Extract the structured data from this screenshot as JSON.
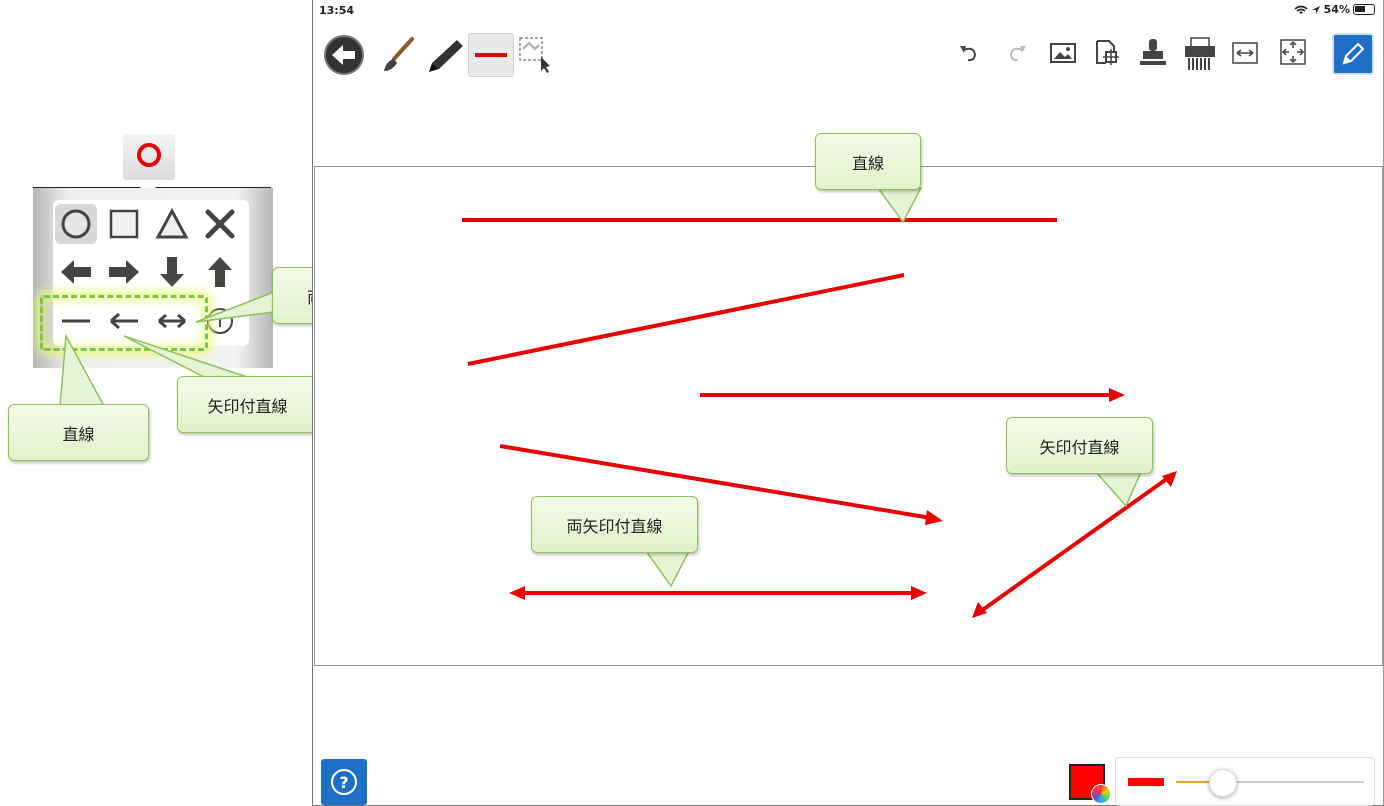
{
  "status": {
    "time": "13:54",
    "battery": "54%"
  },
  "toolbar": {
    "left_tools": [
      "back",
      "brush",
      "marker",
      "shape-line",
      "lasso-select"
    ],
    "right_tools": [
      "undo",
      "redo",
      "insert-image",
      "crop",
      "stamp",
      "shredder",
      "fit-width",
      "fit-page",
      "pen-mode"
    ]
  },
  "palette": {
    "selected": "circle",
    "rows": [
      [
        "circle",
        "square",
        "triangle",
        "cross"
      ],
      [
        "arrow-left",
        "arrow-right",
        "arrow-down",
        "arrow-up"
      ],
      [
        "line",
        "arrow-line",
        "double-arrow-line",
        "info"
      ]
    ]
  },
  "callouts": {
    "palette_line": "直線",
    "palette_arrow_line": "矢印付直線",
    "palette_double_arrow_line": "両矢印付直線",
    "canvas_line": "直線",
    "canvas_arrow_line": "矢印付直線",
    "canvas_double_arrow_line": "両矢印付直線"
  },
  "colors": {
    "accent": "#ff0000",
    "callout_border": "#8cc25a",
    "callout_fill": "#e8f5d8",
    "highlight_dash": "#7fc832",
    "app_blue": "#1f6fc7"
  },
  "bottom": {
    "help_label": "?",
    "current_color": "#ff0000",
    "line_width_level": 0.25
  }
}
